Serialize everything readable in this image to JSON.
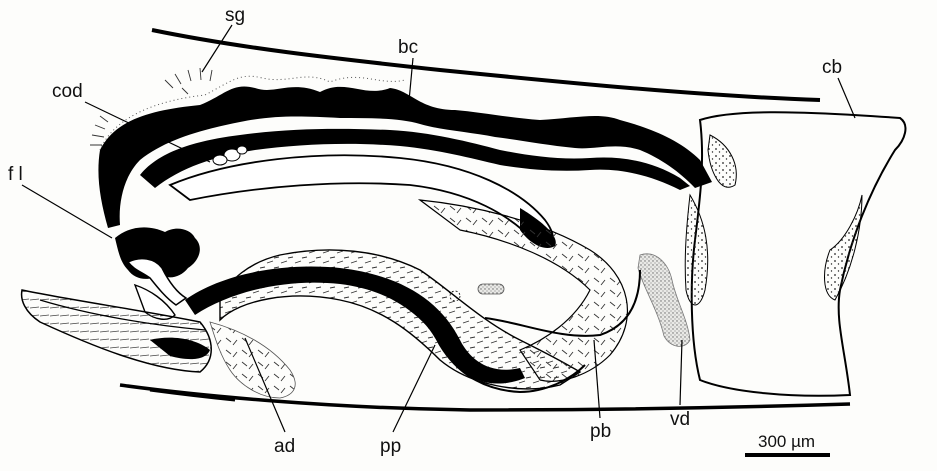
{
  "labels": {
    "sg": "sg",
    "bc": "bc",
    "cb": "cb",
    "cod": "cod",
    "fl": "f l",
    "ad": "ad",
    "pp": "pp",
    "pb": "pb",
    "vd": "vd"
  },
  "scale_bar": {
    "text": "300 µm"
  }
}
